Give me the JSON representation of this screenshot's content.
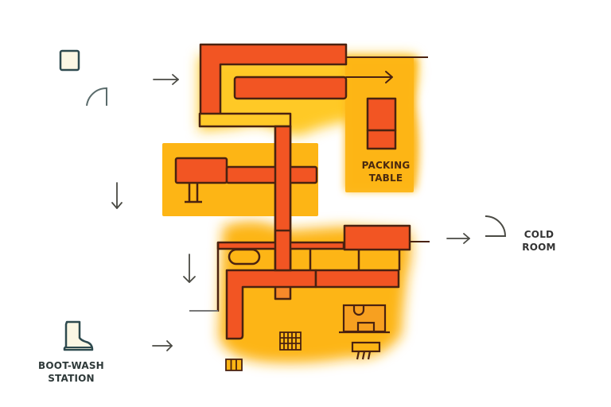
{
  "diagram": {
    "type": "floor-plan-flow",
    "description": "Food processing facility layout with one-way flow arrows from boot-wash station through work areas to packing and cold room"
  },
  "labels": {
    "packing_table": "PACKING\nTABLE",
    "packing_table_line1": "PACKING",
    "packing_table_line2": "TABLE",
    "cold_room_line1": "COLD",
    "cold_room_line2": "ROOM",
    "boot_wash_line1": "BOOT-WASH",
    "boot_wash_line2": "STATION"
  },
  "icons": {
    "entry_square": "square-icon",
    "door_swing_left": "door-arc-icon",
    "door_swing_right": "door-arc-icon",
    "boot": "boot-icon",
    "sink": "sink-icon",
    "drain_grate_large": "grate-icon",
    "drain_grate_small": "grate-icon",
    "desk": "workstation-icon",
    "wall_heater": "heater-icon"
  },
  "flow_arrows": [
    {
      "id": "arrow-top-entry",
      "direction": "right"
    },
    {
      "id": "arrow-left-down-1",
      "direction": "down"
    },
    {
      "id": "arrow-left-down-2",
      "direction": "down"
    },
    {
      "id": "arrow-boot-wash",
      "direction": "right"
    },
    {
      "id": "arrow-conveyor",
      "direction": "right"
    },
    {
      "id": "arrow-cold-room",
      "direction": "right"
    }
  ],
  "colors": {
    "zone_yellow": "#FDB515",
    "zone_light_yellow": "#FFCB2E",
    "equipment_orange": "#F25523",
    "outline_brown": "#4A2210",
    "arrow_gray": "#4a4a44",
    "icon_teal": "#2e4a4f",
    "icon_fill_cream": "#FBF7E4"
  }
}
